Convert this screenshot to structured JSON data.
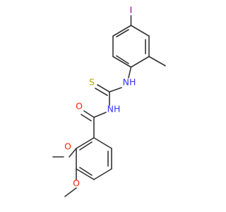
{
  "molecule": {
    "atoms": {
      "iodine": "I",
      "amine_nh_top": "NH",
      "thione_s": "S",
      "amide_nh": "NH",
      "carbonyl_o": "O",
      "methoxy_o_3": "O",
      "methoxy_o_4": "O"
    },
    "colors": {
      "bond": "#333333",
      "iodine": "#940094",
      "nitrogen": "#3333ff",
      "sulfur": "#b3a100",
      "oxygen": "#ff2200"
    }
  }
}
